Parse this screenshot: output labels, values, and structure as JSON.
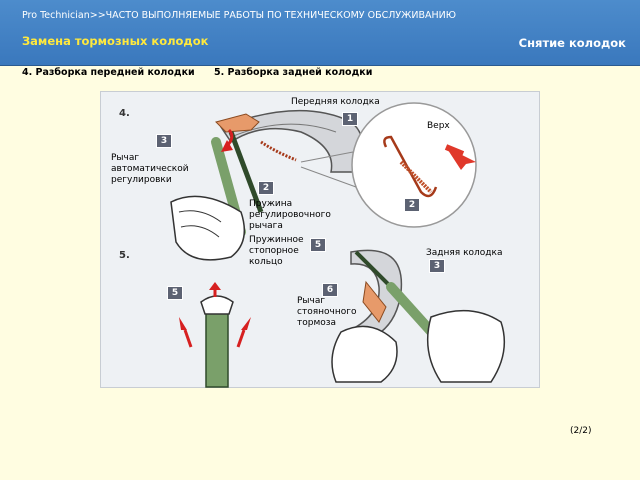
{
  "header": {
    "breadcrumb": "Pro Technician>>ЧАСТО ВЫПОЛНЯЕМЫЕ РАБОТЫ ПО ТЕХНИЧЕСКОМУ ОБСЛУЖИВАНИЮ",
    "page_title": "Замена тормозных колодок",
    "section_title": "Снятие колодок"
  },
  "steps": {
    "step4": "4. Разборка передней колодки",
    "step5": "5. Разборка задней колодки"
  },
  "figure": {
    "step4_label": "4.",
    "step5_label": "5.",
    "labels": {
      "front_shoe": "Передняя колодка",
      "top": "Верх",
      "auto_adjust_lever": "Рычаг автоматической регулировки",
      "adjust_lever_spring": "Пружина регулировочного рычага",
      "retaining_ring": "Пружинное стопорное кольцо",
      "rear_shoe": "Задняя колодка",
      "parking_brake_lever": "Рычаг стояночного тормоза"
    },
    "badges": {
      "b1": "1",
      "b2a": "2",
      "b2b": "2",
      "b3a": "3",
      "b3b": "3",
      "b5": "5",
      "b6": "6",
      "b5b": "5"
    }
  },
  "footer": {
    "page_indicator": "(2/2)"
  },
  "colors": {
    "header_bg": "#3a78bd",
    "page_bg": "#fffde1",
    "title_yellow": "#ffe93d"
  }
}
